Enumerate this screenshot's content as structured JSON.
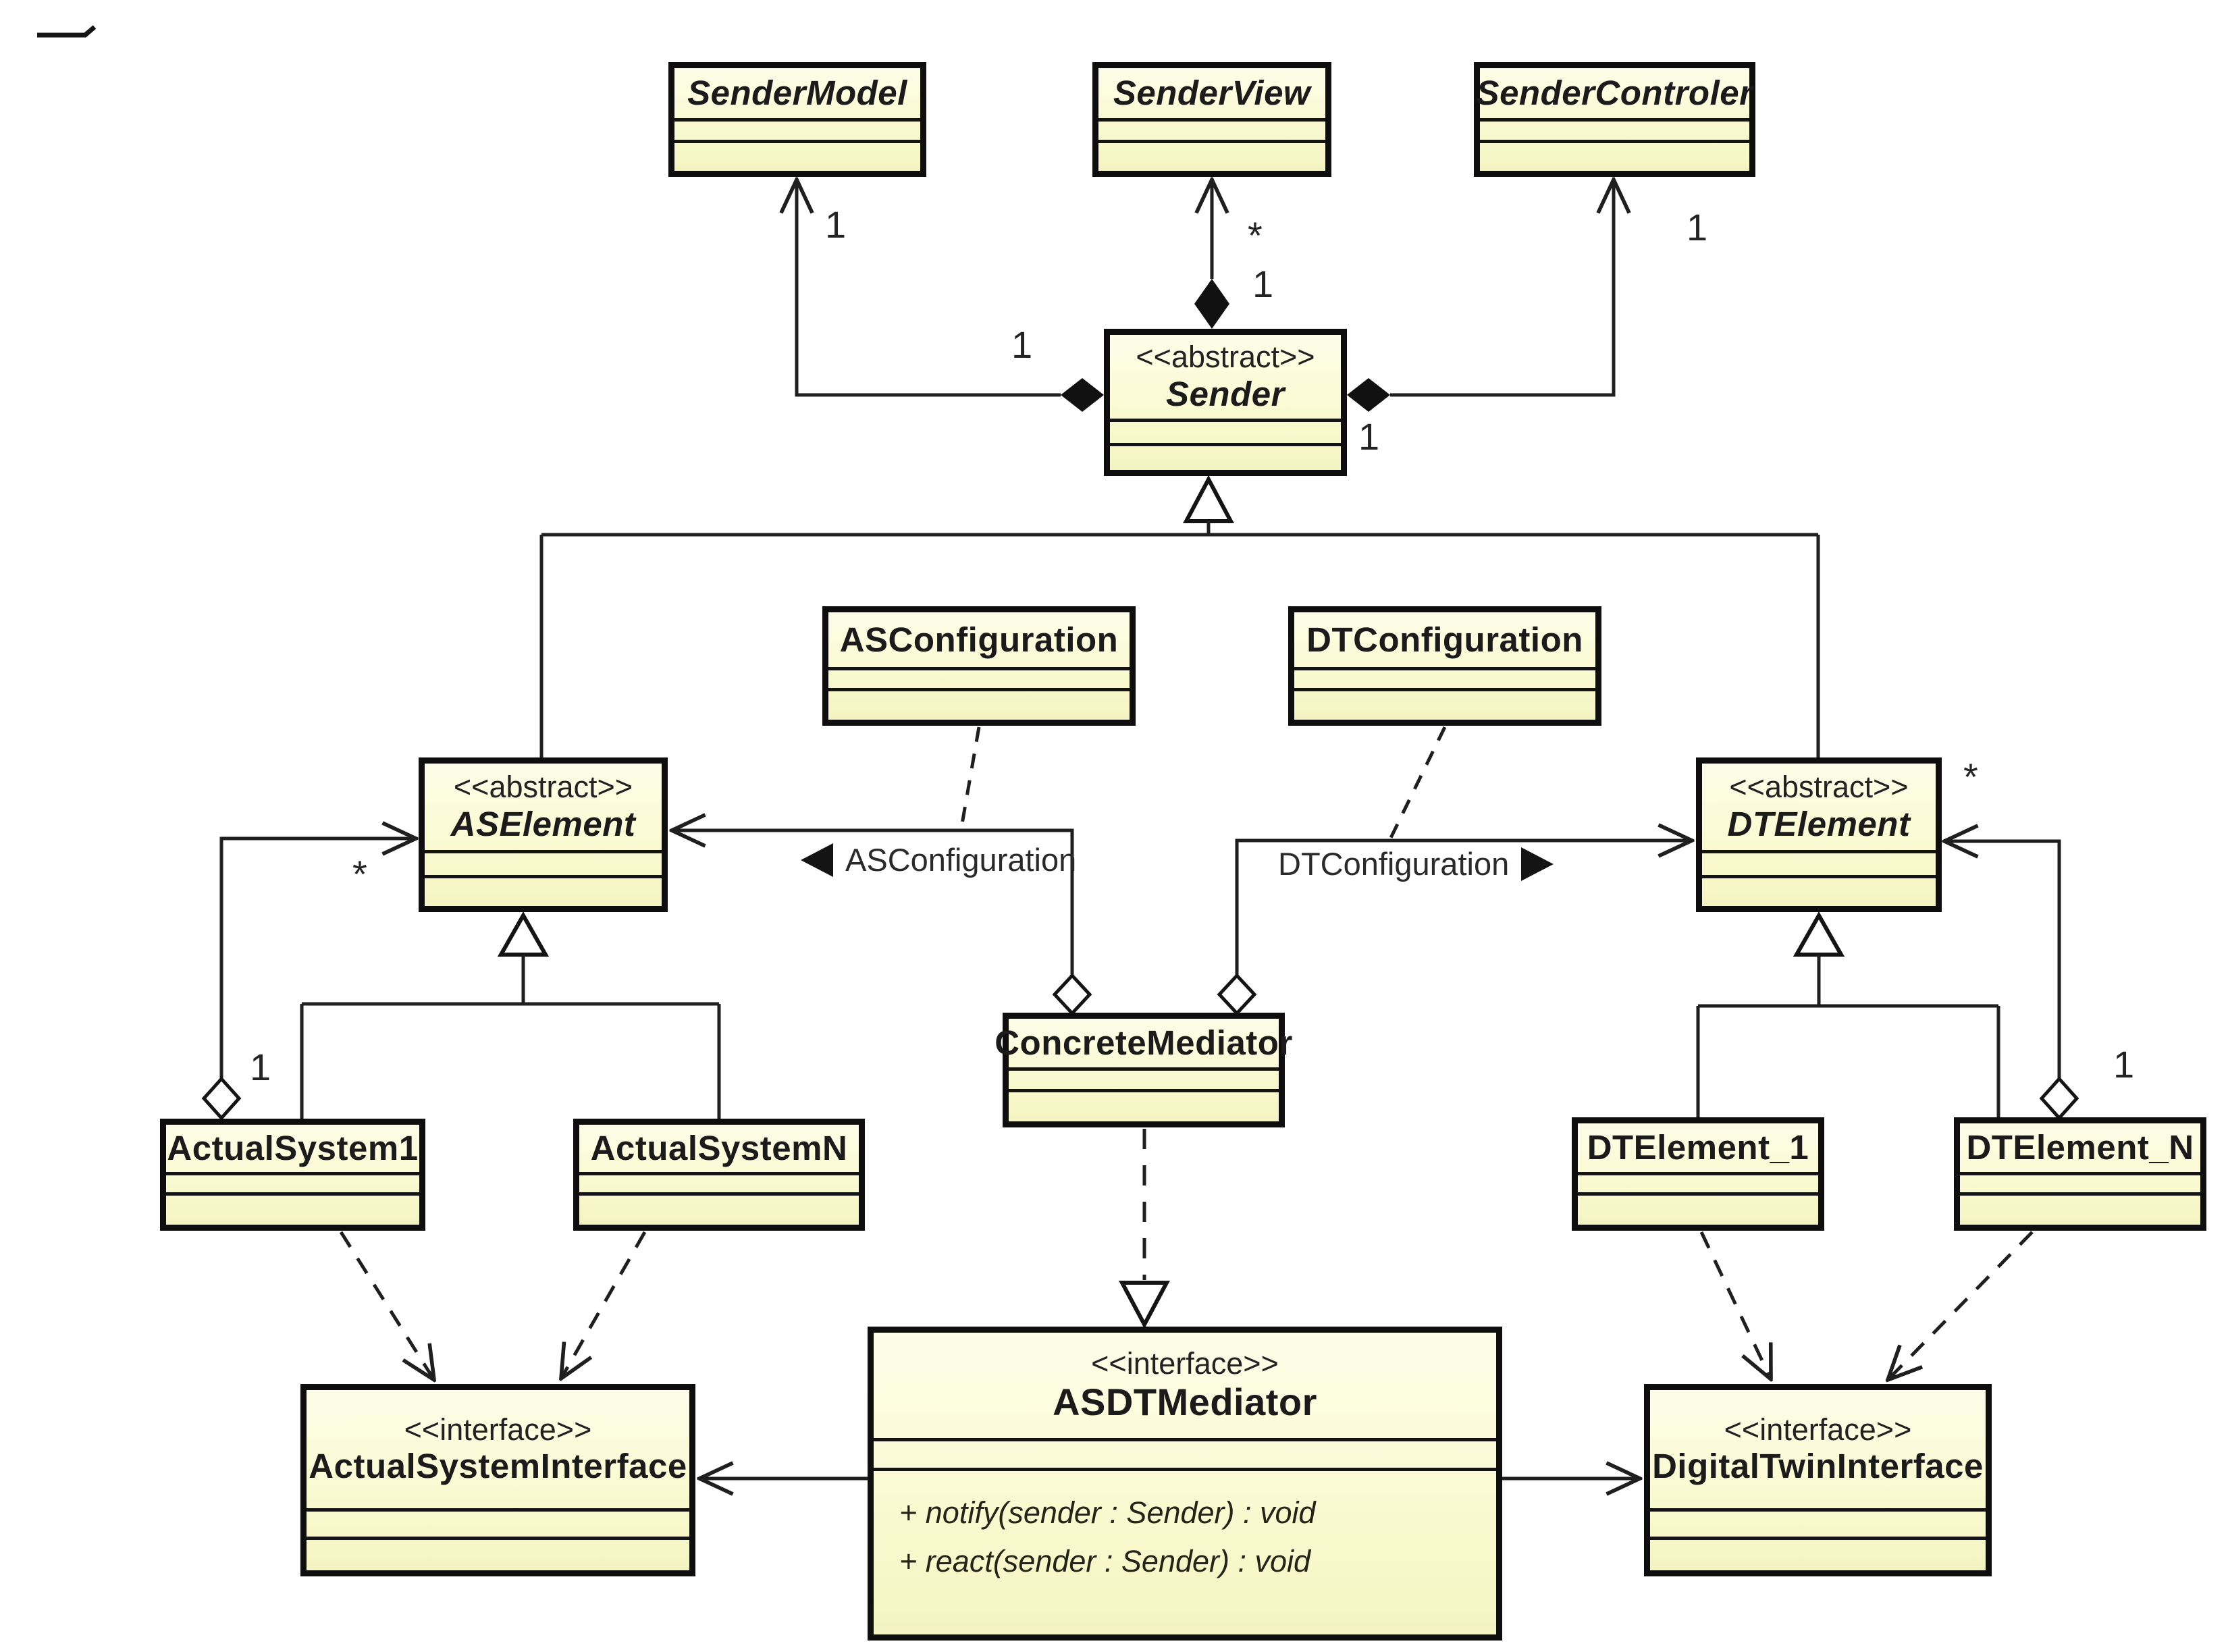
{
  "colors": {
    "class_fill": "#FAFAD2",
    "class_border": "#0E0E0E",
    "line": "#1F1F1F",
    "background": "#FFFFFF"
  },
  "classes": {
    "senderModel": {
      "name": "SenderModel"
    },
    "senderView": {
      "name": "SenderView"
    },
    "senderControler": {
      "name": "SenderControler"
    },
    "sender": {
      "stereotype": "<<abstract>>",
      "name": "Sender"
    },
    "asConfiguration": {
      "name": "ASConfiguration"
    },
    "dtConfiguration": {
      "name": "DTConfiguration"
    },
    "asElement": {
      "stereotype": "<<abstract>>",
      "name": "ASElement"
    },
    "dtElement": {
      "stereotype": "<<abstract>>",
      "name": "DTElement"
    },
    "concreteMediator": {
      "name": "ConcreteMediator"
    },
    "actualSystem1": {
      "name": "ActualSystem1"
    },
    "actualSystemN": {
      "name": "ActualSystemN"
    },
    "dtElement1": {
      "name": "DTElement_1"
    },
    "dtElementN": {
      "name": "DTElement_N"
    },
    "asdtMediator": {
      "stereotype": "<<interface>>",
      "name": "ASDTMediator",
      "methods": [
        "+ notify(sender : Sender) : void",
        "+ react(sender : Sender) : void"
      ]
    },
    "actualSystemInterface": {
      "stereotype": "<<interface>>",
      "name": "ActualSystemInterface"
    },
    "digitalTwinInterface": {
      "stereotype": "<<interface>>",
      "name": "DigitalTwinInterface"
    }
  },
  "edge_labels": {
    "as_configuration": "ASConfiguration",
    "dt_configuration": "DTConfiguration"
  },
  "multiplicities": {
    "sender_model_end": "1",
    "sender_view_end": "*",
    "sender_view_near_diamond": "1",
    "sender_controler_end": "1",
    "sender_left": "1",
    "sender_right": "1",
    "as_element_end": "*",
    "actual_system1_end": "1",
    "dt_element_end": "*",
    "dt_element_n_end": "1"
  }
}
